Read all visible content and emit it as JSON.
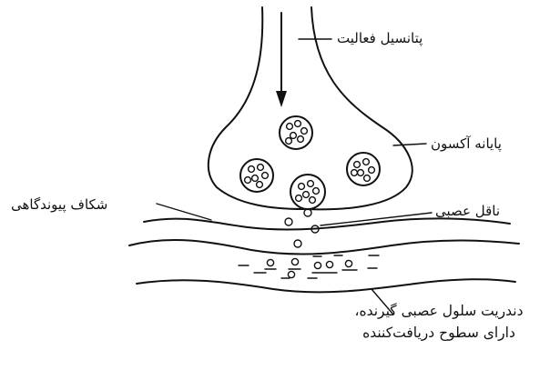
{
  "labels": {
    "action_potential": "پتانسیل فعالیت",
    "axon_terminal": "پایانه آکسون",
    "synaptic_cleft": "شکاف پیوندگاهی",
    "neurotransmitter": "ناقل عصبی",
    "dendrite_line1": "دندریت سلول عصبی گیرنده،",
    "dendrite_line2": "دارای سطوح دریافت‌کننده"
  }
}
